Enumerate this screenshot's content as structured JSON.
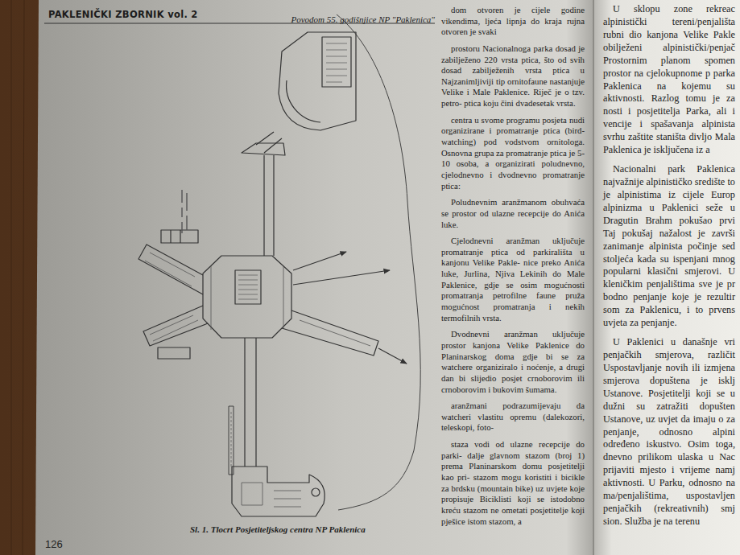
{
  "diagram": {
    "title": "PAKLENIČKI ZBORNIK vol. 2",
    "caption": "Sl. 1. Tlocrt Posjetiteljskog centra NP Paklenica",
    "labels": [
      "Povodom 55. godišnjice NP \"Paklenica\"",
      "126",
      "dom otvoren je cijele godine vikendima, ljeća lipnja do kraja rujna otvoren je svaki",
      "prostoru Nacionalnoga parka dosad je zabilježeno 220 vrsta ptica, što od svih dosad zabilježenih vrsta ptica u Najzanimljiviji tip ornitofaune nastanjuje Velike i Male Paklenice. Riječ je o tzv. petro- ptica koju čini dvadesetak vrsta.",
      "centra u svome programu posjeta nudi organizirane i promatranje ptica (bird- watching) pod vodstvom ornitologa. Osnovna grupa za promatranje ptica je 5-10 osoba, a organizirati poludnevno, cjelodnevno i dvodnevno promatranje ptica:",
      "Poludnevnim aranžmanom obuhvaća se prostor od ulazne recepcije do Anića luke.",
      "Cjelodnevni aranžman uključuje promatranje ptica od parkirališta u kanjonu Velike Pakle- nice preko Anića luke, Jurlina, Njiva Lekinih do Male Paklenice, gdje se osim mogućnosti promatranja petrofilne faune pruža mogućnost promatranja i nekih termofilnih vrsta.",
      "Dvodnevni aranžman uključuje prostor kanjona Velike Paklenice do Planinarskog doma gdje bi se za watchere organiziralo i noćenje, a drugi dan bi slijedio posjet crnoborovim ili crnoborovim i bukovim šumama.",
      "aranžmani podrazumijevaju da watcheri vlastitu opremu (dalekozori, teleskopi, foto-",
      "staza vodi od ulazne recepcije do parki- dalje glavnom stazom (broj 1) prema Planinarskom domu posjetitelji kao pri- stazom mogu koristiti i bicikle za brdsku (mountain bike) uz uvjete koje propisuje Biciklisti koji se istodobno kreću stazom ne ometati posjetitelje koji pješice istom stazom, a",
      "U sklopu zone rekreac alpinistički tereni/penjališta rubni dio kanjona Velike Pakle obilježeni alpinistički/penjač Prostornim planom spomen prostor na cjelokupnome p parka Paklenica na kojemu su aktivnosti. Razlog tomu je za nosti i posjetitelja Parka, ali i vencije i spašavanja alpinista svrhu zaštite staništa divljo Mala Paklenica je isključena iz a",
      "Nacionalni park Paklenica najvažnije alpinističko središte to je alpinistima iz cijele Europ alpinizma u Paklenici seže u Dragutin Brahm pokušao prvi Taj pokušaj nažalost je završi zanimanje alpinista počinje sed stoljeća kada su ispenjani mnog popularni klasični smjerovi. U kleničkim penjalištima sve je pr bodno penjanje koje je rezultir som za Paklenicu, i to prvens uvjeta za penjanje.",
      "U Paklenici u današnje vri penjačkih smjerova, različit Uspostavljanje novih ili izmjena smjerova dopuštena je isklj Ustanove. Posjetitelji koji se u dužni su zatražiti dopušten Ustanove, uz uvjet da imaju o za penjanje, odnosno alpini određeno iskustvo. Osim toga, dnevno prilikom ulaska u Nac prijaviti mjesto i vrijeme namj aktivnosti. U Parku, odnosno na ma/penjalištima, uspostavljen penjačkih (rekreativnih) smj sion. Služba je na terenu"
    ]
  }
}
